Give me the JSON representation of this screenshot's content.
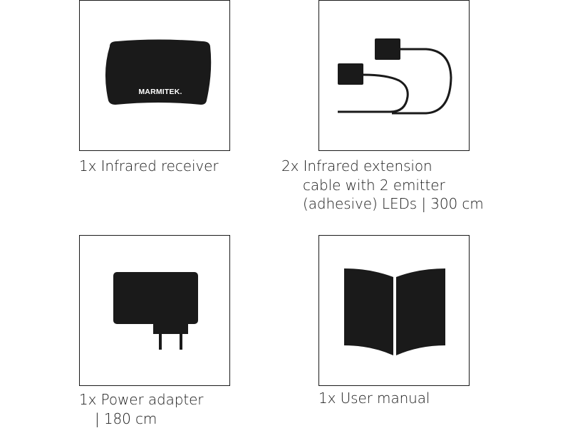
{
  "items": [
    {
      "icon": "infrared-receiver-icon",
      "brand": "MARMITEK.",
      "caption_lines": [
        "1x Infrared receiver"
      ]
    },
    {
      "icon": "infrared-extension-cable-icon",
      "caption_lines": [
        "2x Infrared extension",
        "cable with 2 emitter",
        "(adhesive) LEDs | 300 cm"
      ]
    },
    {
      "icon": "power-adapter-icon",
      "caption_lines": [
        "1x Power adapter",
        "| 180 cm"
      ]
    },
    {
      "icon": "user-manual-icon",
      "caption_lines": [
        "1x User manual"
      ]
    }
  ]
}
